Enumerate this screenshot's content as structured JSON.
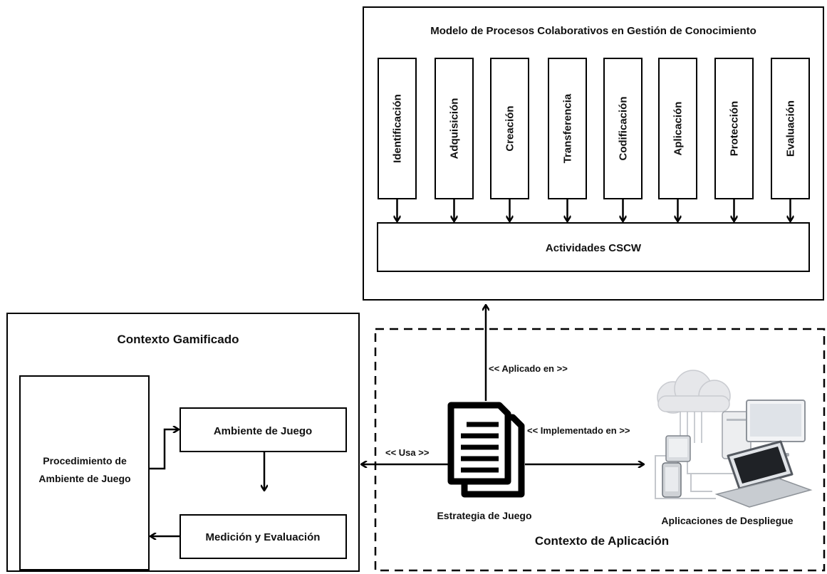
{
  "model": {
    "title": "Modelo de Procesos Colaborativos en Gestión de Conocimiento",
    "processes": [
      "Identificación",
      "Adquisición",
      "Creación",
      "Transferencia",
      "Codificación",
      "Aplicación",
      "Protección",
      "Evaluación"
    ],
    "activities": "Actividades CSCW"
  },
  "gamified": {
    "title": "Contexto Gamificado",
    "procedure_line1": "Procedimiento de",
    "procedure_line2": "Ambiente de Juego",
    "environment": "Ambiente de Juego",
    "measurement": "Medición y Evaluación"
  },
  "application": {
    "title": "Contexto de Aplicación",
    "strategy": "Estrategia de Juego",
    "deployment": "Aplicaciones de Despliegue",
    "applied_label": "<< Aplicado en >>",
    "uses_label": "<< Usa >>",
    "implemented_label": "<< Implementado en >>"
  },
  "icons": {
    "strategy": "document-stack-icon",
    "deployment": "cloud-devices-icon"
  }
}
